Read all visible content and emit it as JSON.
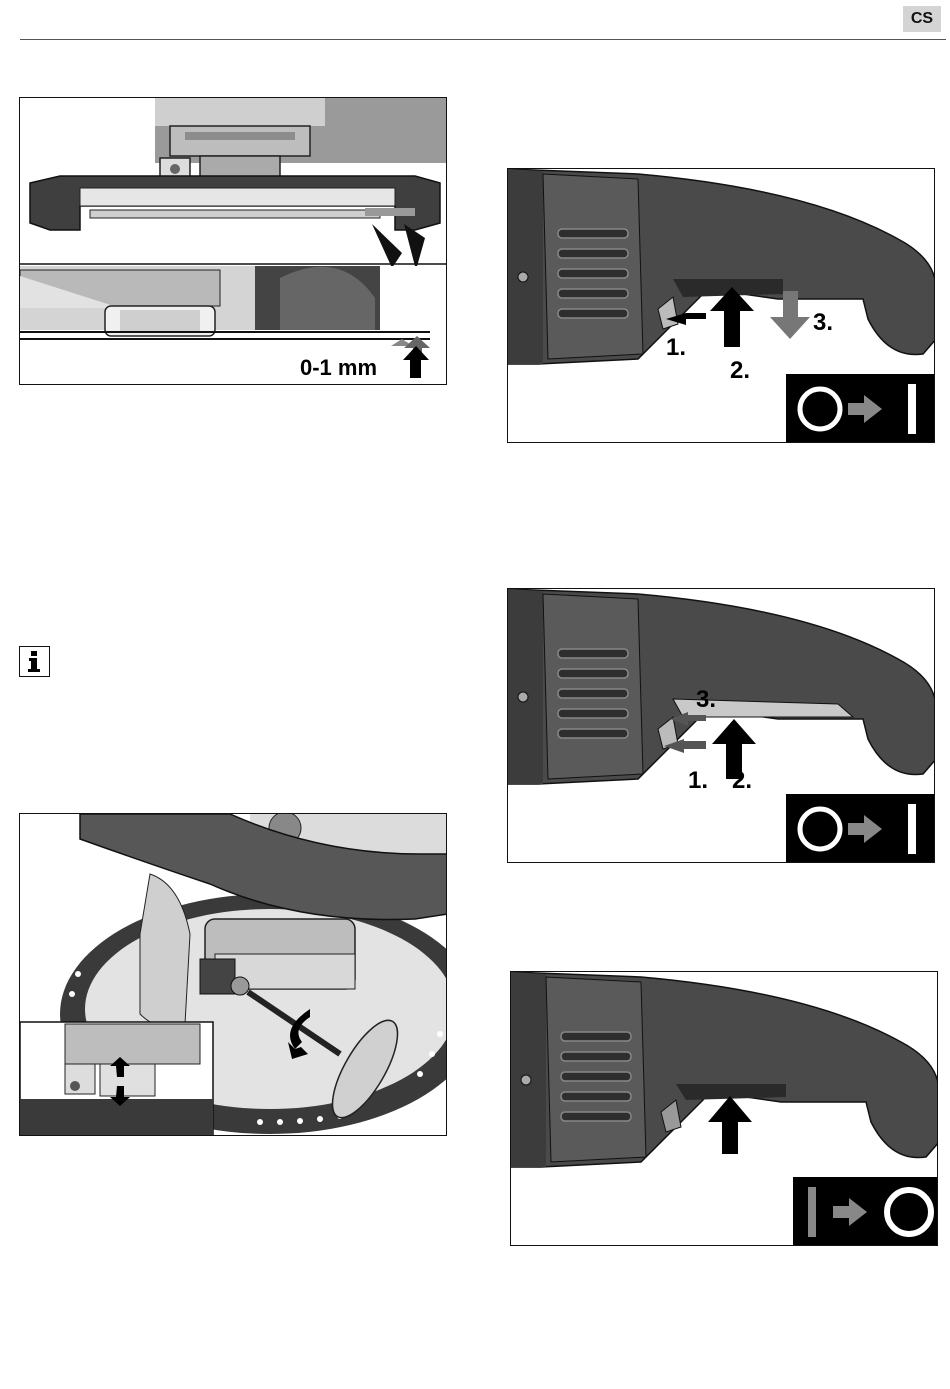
{
  "header": {
    "language_code": "CS"
  },
  "figure_gap": {
    "measure_label": "0-1 mm"
  },
  "figure_switch_on": {
    "steps": [
      "1.",
      "2.",
      "3."
    ],
    "status_icon": "off-to-on-icon"
  },
  "figure_switch_lock": {
    "steps": [
      "3.",
      "1.",
      "2."
    ],
    "status_icon": "off-to-on-icon"
  },
  "figure_switch_off": {
    "status_icon": "on-to-off-icon"
  },
  "info": {
    "icon": "info-icon"
  },
  "colors": {
    "tool_body": "#4a4a4a",
    "arrow": "#000000",
    "arrow_grey": "#6e6e6e",
    "status_panel": "#000000"
  }
}
